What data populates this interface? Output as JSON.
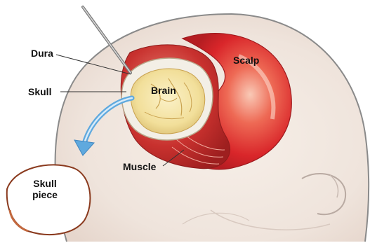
{
  "labels": {
    "dura": "Dura",
    "skull": "Skull",
    "brain": "Brain",
    "scalp": "Scalp",
    "muscle": "Muscle",
    "skull_piece_line1": "Skull",
    "skull_piece_line2": "piece"
  },
  "colors": {
    "scalp_red": "#d9262a",
    "scalp_highlight": "#f7b7a4",
    "muscle_red": "#c8312e",
    "brain_cream": "#f5e6a8",
    "brain_fold": "#c9a24f",
    "dura_white": "#f3efe6",
    "head_outline": "#8a8a8a",
    "arrow_blue": "#5fa9de",
    "skull_piece_edge": "#8a3a1e"
  },
  "icons": {
    "instrument": "surgical-instrument-icon",
    "arrow": "curved-arrow-icon"
  }
}
